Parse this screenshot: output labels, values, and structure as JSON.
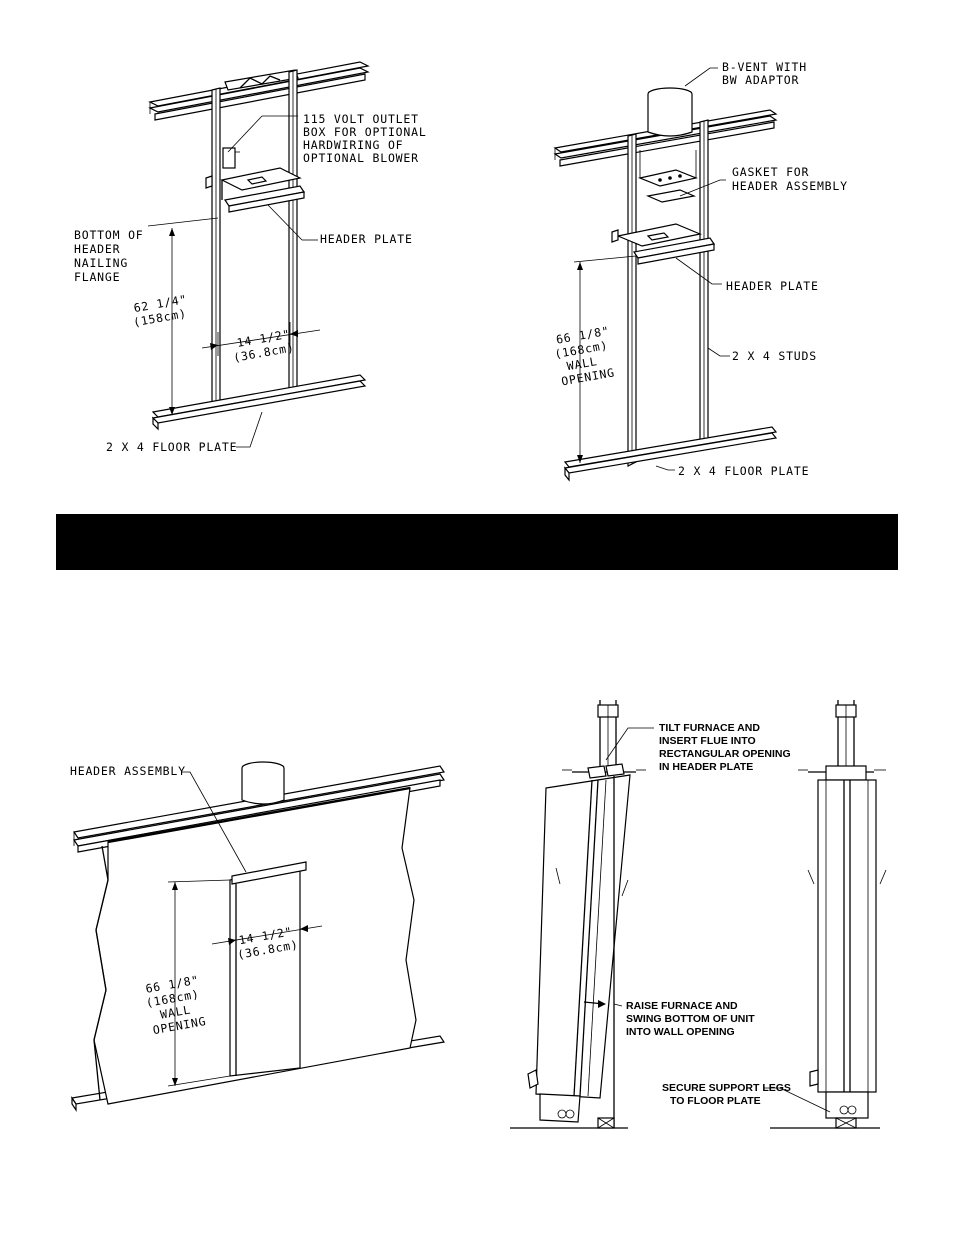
{
  "banner": {
    "text": ""
  },
  "figure1": {
    "outlet_label": [
      "115 VOLT OUTLET",
      "BOX FOR OPTIONAL",
      "HARDWIRING OF",
      "OPTIONAL BLOWER"
    ],
    "bottom_label": [
      "BOTTOM OF",
      "HEADER",
      "NAILING",
      "FLANGE"
    ],
    "header_plate": "HEADER PLATE",
    "height_dim": [
      "62 1/4\"",
      "(158cm)"
    ],
    "width_dim": [
      "14 1/2\"",
      "(36.8cm)"
    ],
    "floor_plate": "2 X 4 FLOOR PLATE"
  },
  "figure2": {
    "bvent_label": [
      "B-VENT WITH",
      "BW ADAPTOR"
    ],
    "gasket_label": [
      "GASKET FOR",
      "HEADER ASSEMBLY"
    ],
    "header_plate": "HEADER PLATE",
    "height_dim": [
      "66 1/8\"",
      "(168cm)",
      "WALL",
      "OPENING"
    ],
    "studs": "2 X 4 STUDS",
    "floor_plate": "2 X 4 FLOOR PLATE"
  },
  "figure3": {
    "header_assembly": "HEADER ASSEMBLY",
    "width_dim": [
      "14 1/2\"",
      "(36.8cm)"
    ],
    "height_dim": [
      "66 1/8\"",
      "(168cm)",
      "WALL",
      "OPENING"
    ]
  },
  "figure4": {
    "tilt_label": [
      "TILT FURNACE AND",
      "INSERT FLUE INTO",
      "RECTANGULAR OPENING",
      "IN HEADER PLATE"
    ],
    "raise_label": [
      "RAISE FURNACE AND",
      "SWING BOTTOM OF UNIT",
      "INTO WALL OPENING"
    ],
    "secure_label": [
      "SECURE SUPPORT LEGS",
      "TO FLOOR PLATE"
    ]
  }
}
